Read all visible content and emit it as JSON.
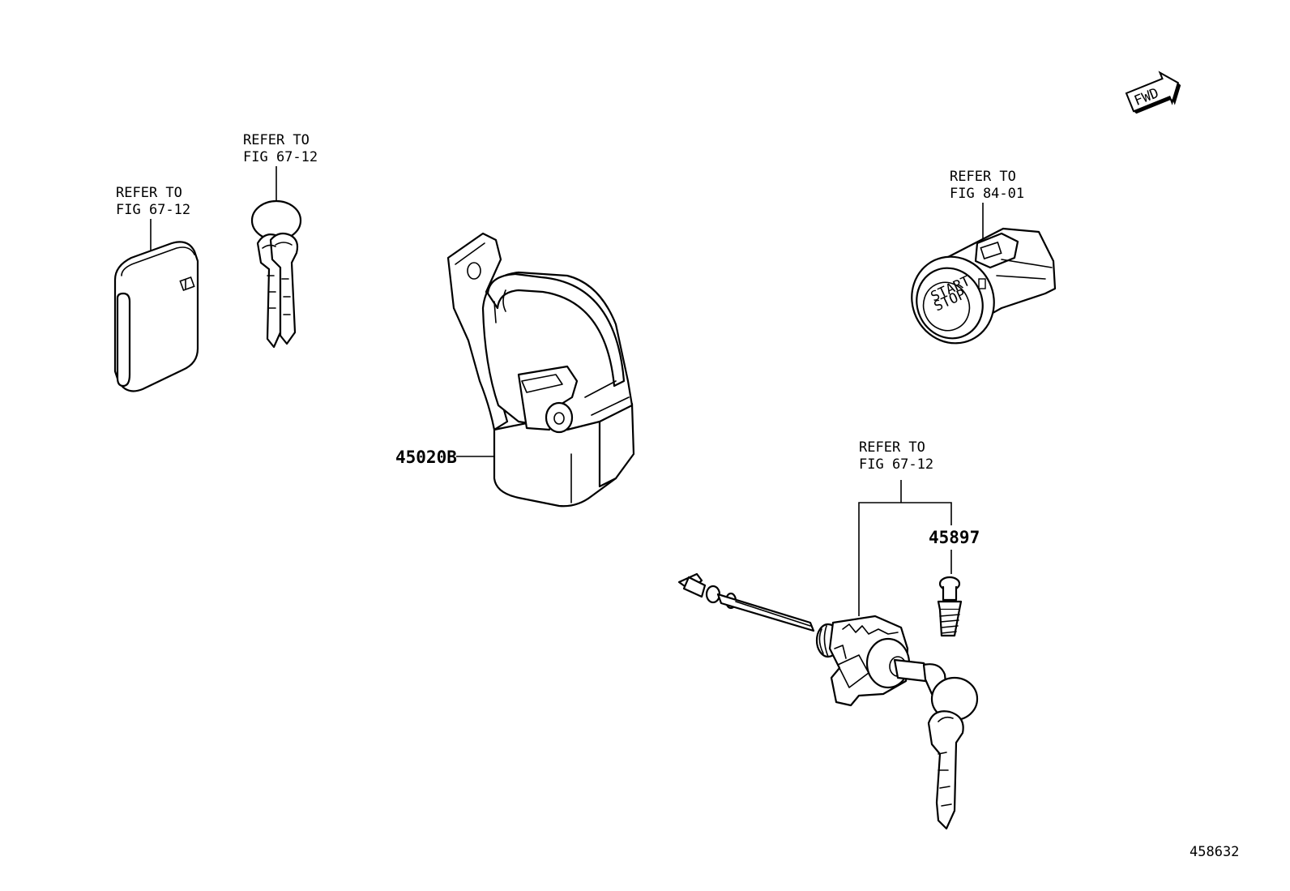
{
  "labels": {
    "fob_refer_line1": "REFER TO",
    "fob_refer_line2": "FIG 67-12",
    "keys_refer_line1": "REFER TO",
    "keys_refer_line2": "FIG 67-12",
    "start_refer_line1": "REFER TO",
    "start_refer_line2": "FIG 84-01",
    "cyl_refer_line1": "REFER TO",
    "cyl_refer_line2": "FIG 67-12",
    "start_button_line1": "START",
    "start_button_line2": "STOP",
    "fwd_arrow": "FWD"
  },
  "part_numbers": {
    "steering_lock": "45020B",
    "retainer_pin": "45897"
  },
  "figure_number": "458632"
}
